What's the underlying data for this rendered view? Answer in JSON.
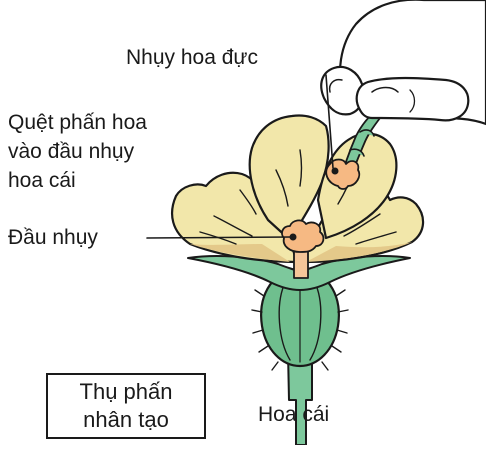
{
  "labels": {
    "male_flower": "Nhụy hoa đực",
    "brush_instruction": [
      "Quệt phấn hoa",
      "vào đầu nhụy",
      "hoa cái"
    ],
    "stigma": "Đầu nhụy",
    "female_flower": "Hoa cái",
    "caption": [
      "Thụ phấn",
      "nhân tạo"
    ]
  },
  "colors": {
    "petal": "#f2e7aa",
    "petal_shadow": "#e4c98a",
    "stigma": "#f6b983",
    "style": "#f5c598",
    "sepal_green": "#7dc89c",
    "ovary_green": "#6fbf8e",
    "outline": "#1a1a1a"
  }
}
